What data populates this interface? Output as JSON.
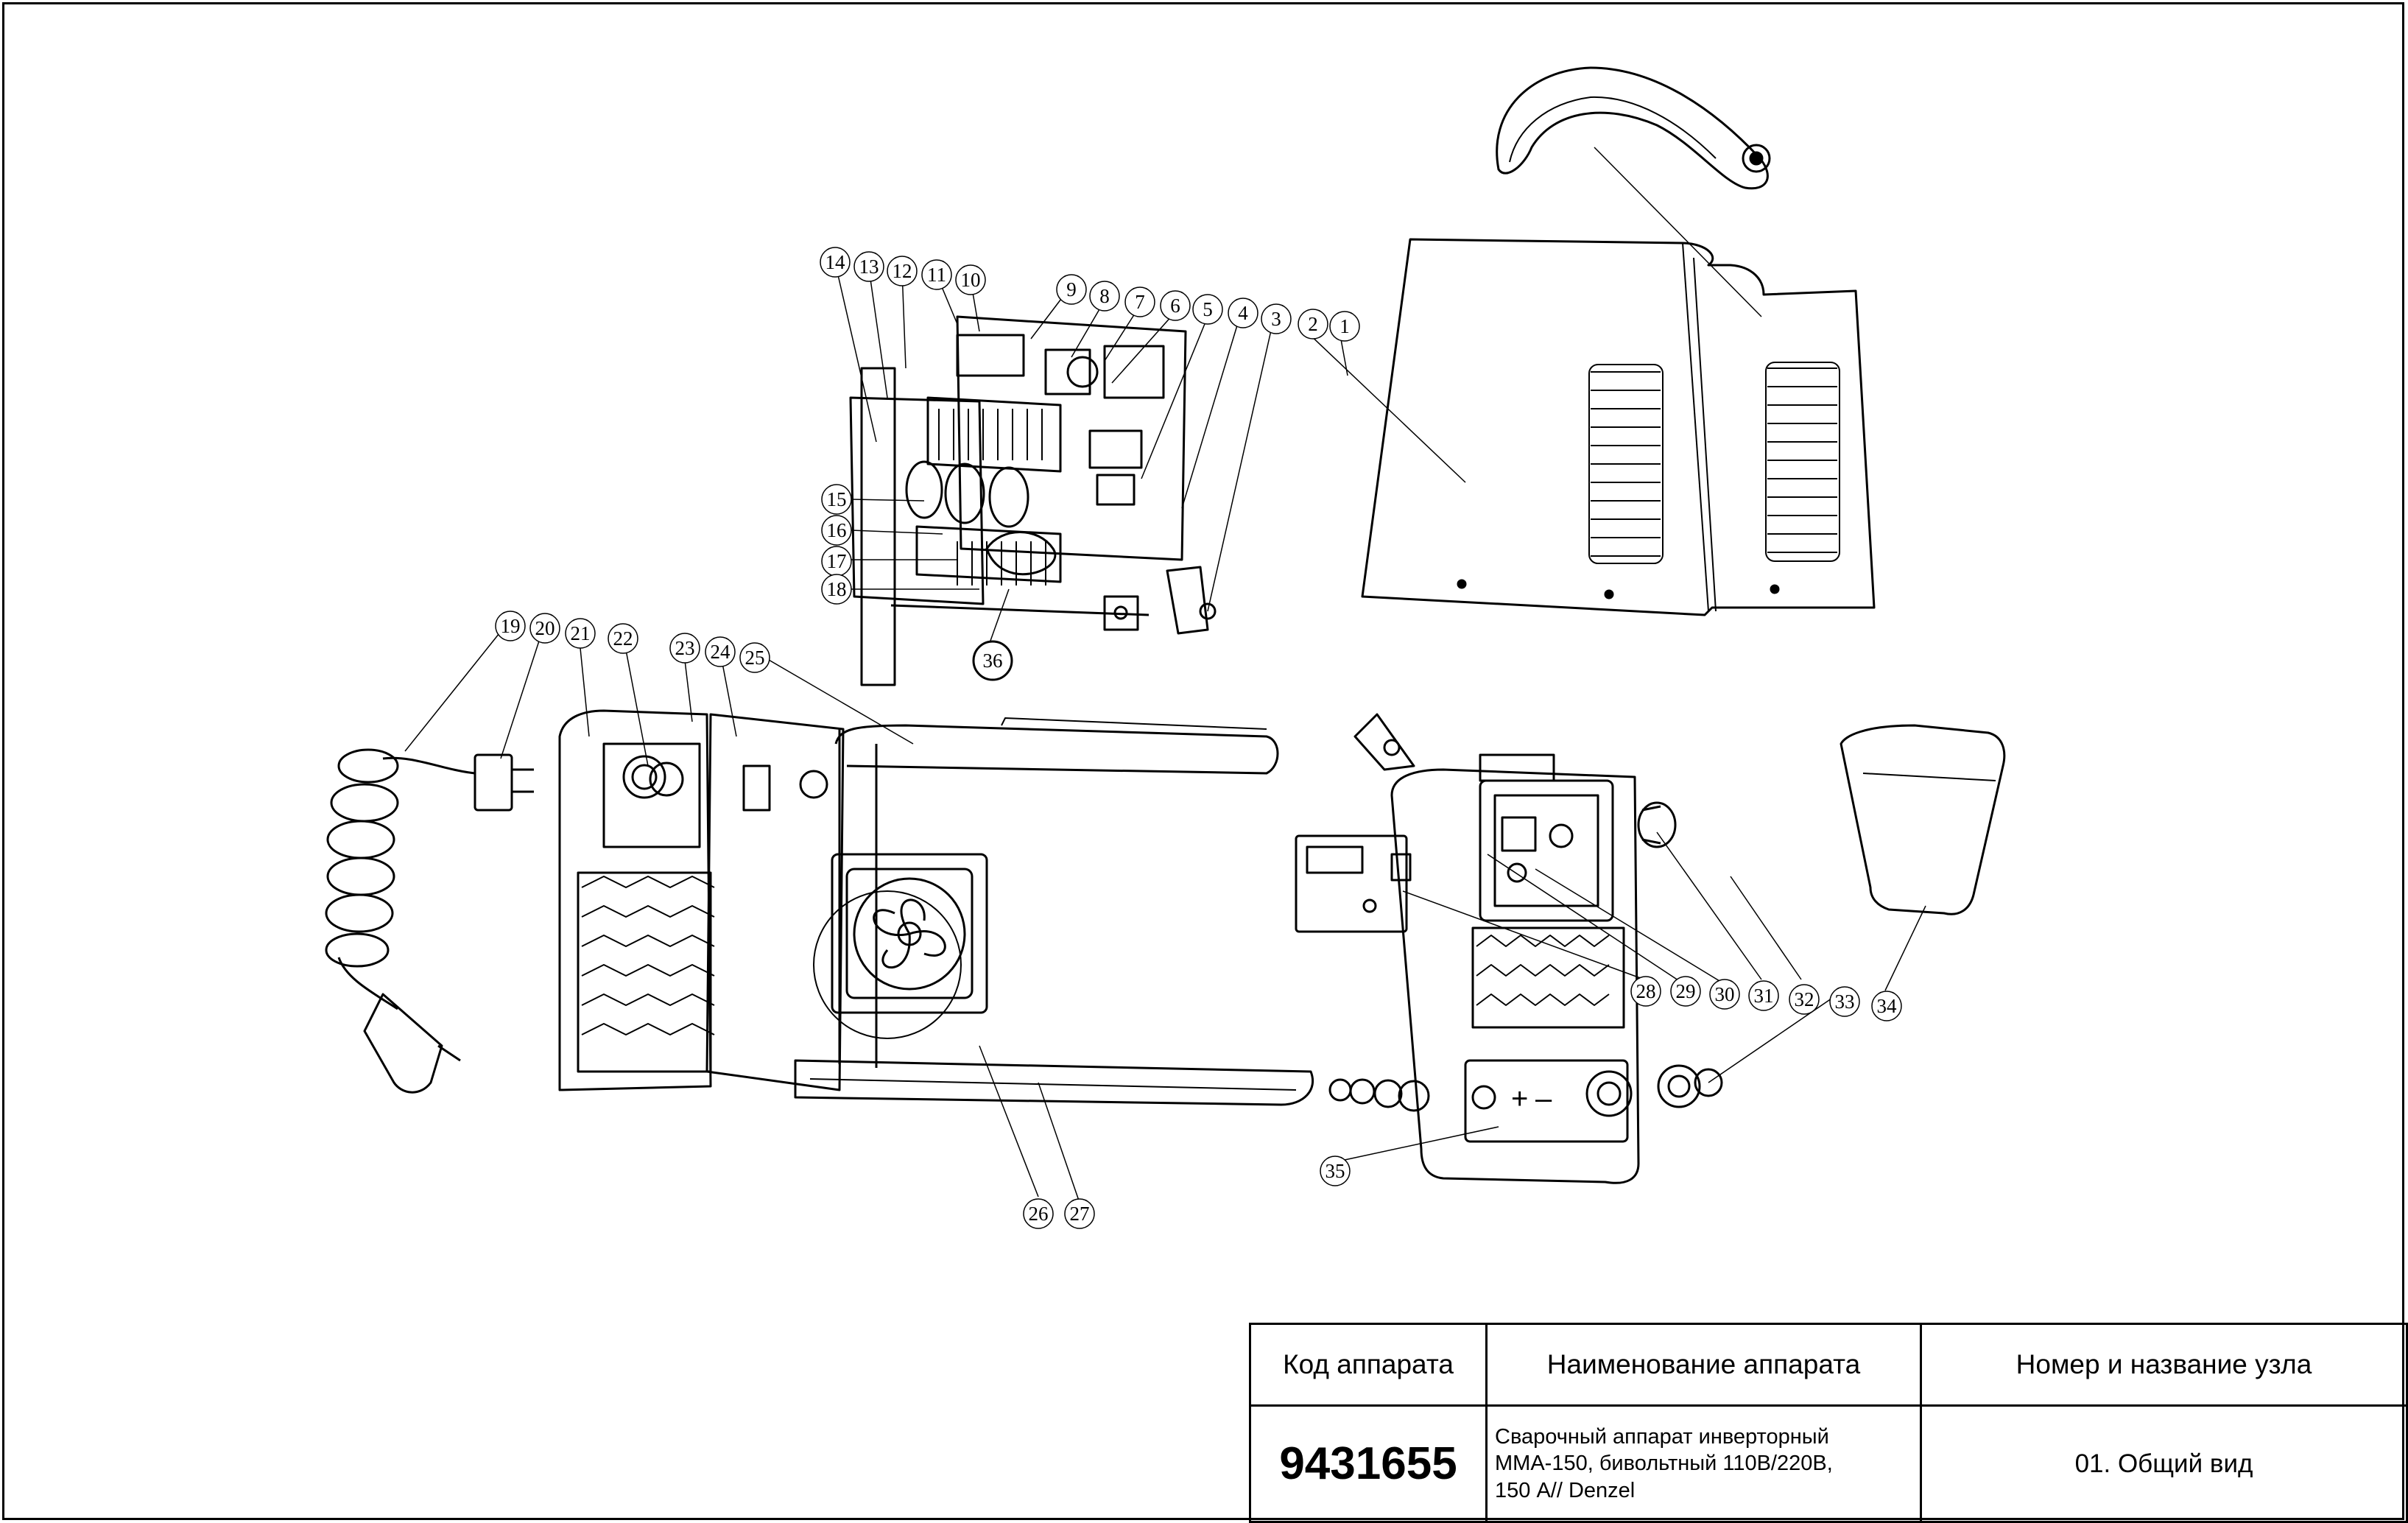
{
  "diagram": {
    "callouts": [
      "1",
      "2",
      "3",
      "4",
      "5",
      "6",
      "7",
      "8",
      "9",
      "10",
      "11",
      "12",
      "13",
      "14",
      "15",
      "16",
      "17",
      "18",
      "19",
      "20",
      "21",
      "22",
      "23",
      "24",
      "25",
      "26",
      "27",
      "28",
      "29",
      "30",
      "31",
      "32",
      "33",
      "34",
      "35",
      "36"
    ]
  },
  "title_block": {
    "headers": {
      "code": "Код аппарата",
      "name": "Наименование аппарата",
      "unit": "Номер и название узла"
    },
    "values": {
      "code": "9431655",
      "name": "Сварочный аппарат инверторный\nММА-150, бивольтный 110В/220В,\n150 А// Denzel",
      "unit": "01. Общий вид"
    }
  }
}
